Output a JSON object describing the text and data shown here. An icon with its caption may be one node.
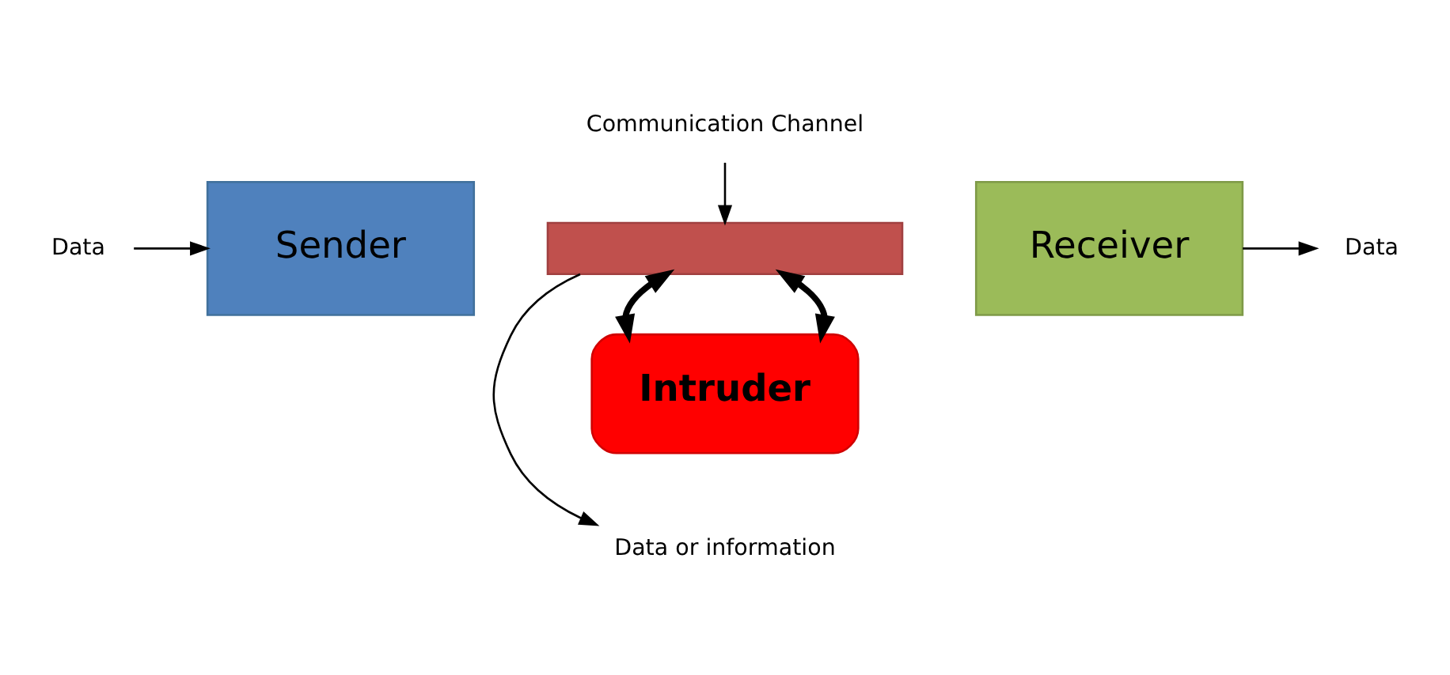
{
  "diagram": {
    "nodes": [
      {
        "text": [
          "Data"
        ]
      },
      {
        "text": [
          "Sender"
        ]
      },
      {
        "text": [],
        "shape": "bar"
      },
      {
        "text": [
          "Receiver"
        ]
      },
      {
        "text": [
          "Data"
        ]
      },
      {
        "text": [
          "Communication Channel"
        ]
      },
      {
        "text": [
          "Data or information"
        ]
      },
      {
        "text": [
          "Intruder"
        ]
      }
    ],
    "edges": [
      {
        "from": 0,
        "to": 1,
        "arrow": "to"
      },
      {
        "from": 3,
        "to": 4,
        "arrow": "to"
      },
      {
        "from": 5,
        "to": 2,
        "arrow": "to"
      },
      {
        "from": 2,
        "to": 6,
        "arrow": "to"
      },
      {
        "from": 2,
        "to": 7,
        "arrow": "both",
        "style": "thick"
      },
      {
        "from": 7,
        "to": 2,
        "arrow": "both",
        "style": "thick"
      }
    ]
  }
}
